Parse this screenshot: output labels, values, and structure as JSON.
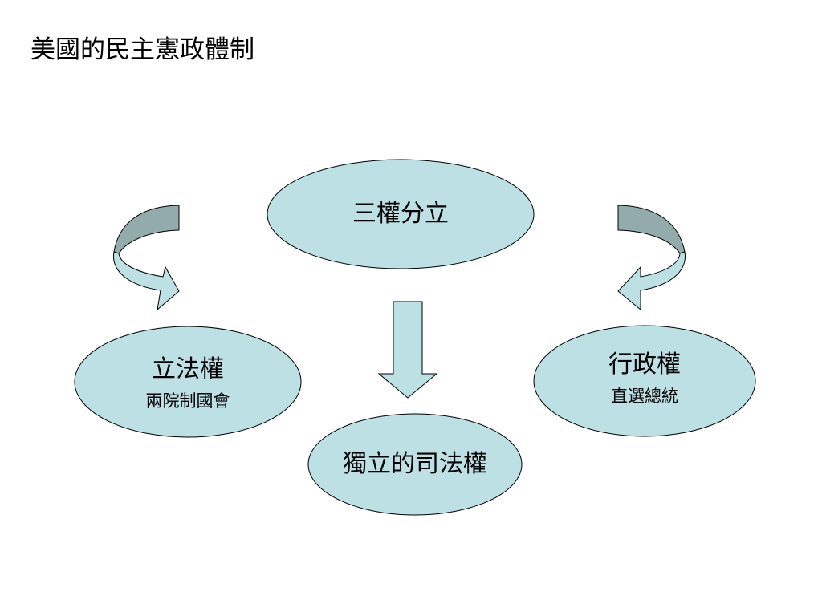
{
  "slide": {
    "title": "美國的民主憲政體制"
  },
  "colors": {
    "node_fill": "#bde0e5",
    "node_stroke": "#000000",
    "arrow_fill": "#bde0e5",
    "arrow_shade": "#93abac"
  },
  "diagram": {
    "center": {
      "label": "三權分立"
    },
    "legislative": {
      "label": "立法權",
      "sub": "兩院制國會"
    },
    "executive": {
      "label": "行政權",
      "sub": "直選總統"
    },
    "judicial": {
      "label": "獨立的司法權"
    }
  }
}
